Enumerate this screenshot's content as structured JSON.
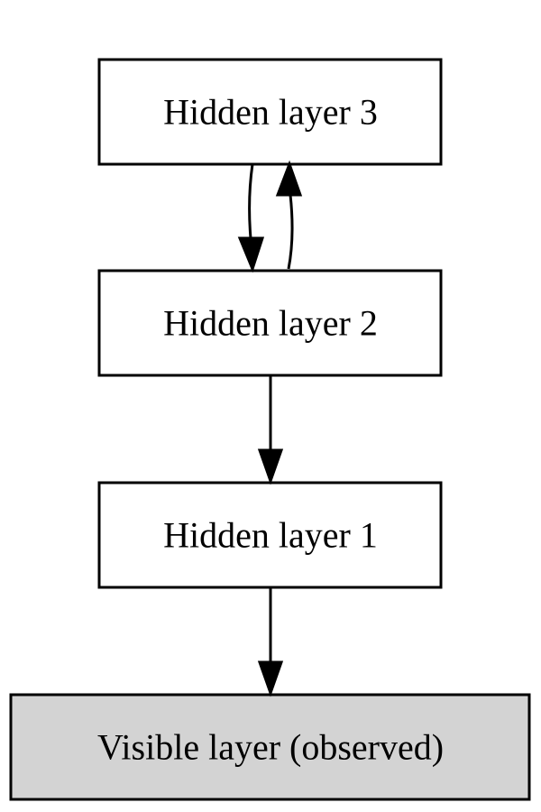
{
  "diagram": {
    "nodes": {
      "hidden_layer_3": "Hidden layer 3",
      "hidden_layer_2": "Hidden layer 2",
      "hidden_layer_1": "Hidden layer 1",
      "visible_layer": "Visible layer (observed)"
    },
    "edges": [
      {
        "from": "Hidden layer 3",
        "to": "Hidden layer 2"
      },
      {
        "from": "Hidden layer 2",
        "to": "Hidden layer 3"
      },
      {
        "from": "Hidden layer 2",
        "to": "Hidden layer 1"
      },
      {
        "from": "Hidden layer 1",
        "to": "Visible layer (observed)"
      }
    ],
    "colors": {
      "hidden_fill": "#ffffff",
      "visible_fill": "#d3d3d3",
      "stroke": "#000000"
    }
  }
}
